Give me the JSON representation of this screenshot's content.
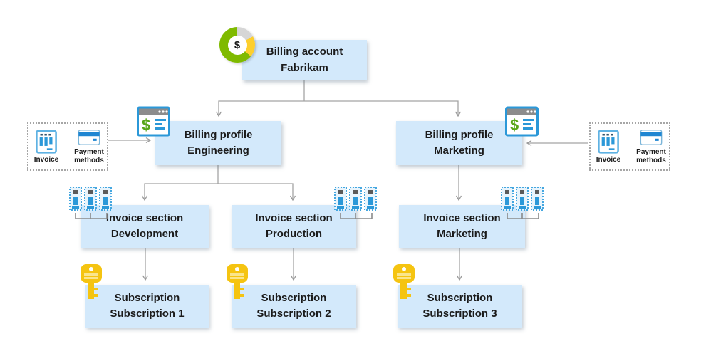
{
  "diagram_type": "billing-account-hierarchy",
  "nodes": {
    "billing_account": {
      "line1": "Billing account",
      "line2": "Fabrikam"
    },
    "billing_profile_engineering": {
      "line1": "Billing profile",
      "line2": "Engineering"
    },
    "billing_profile_marketing": {
      "line1": "Billing profile",
      "line2": "Marketing"
    },
    "invoice_section_development": {
      "line1": "Invoice section",
      "line2": "Development"
    },
    "invoice_section_production": {
      "line1": "Invoice section",
      "line2": "Production"
    },
    "invoice_section_marketing": {
      "line1": "Invoice section",
      "line2": "Marketing"
    },
    "subscription_1": {
      "line1": "Subscription",
      "line2": "Subscription 1"
    },
    "subscription_2": {
      "line1": "Subscription",
      "line2": "Subscription 2"
    },
    "subscription_3": {
      "line1": "Subscription",
      "line2": "Subscription 3"
    }
  },
  "side_panels": {
    "left": {
      "invoice_label": "Invoice",
      "payment_label": "Payment methods"
    },
    "right": {
      "invoice_label": "Invoice",
      "payment_label": "Payment methods"
    }
  },
  "icons": {
    "billing_account_donut_dollar": "$",
    "billing_profile_statement_dollar": "$"
  },
  "colors": {
    "node_fill": "#d3e9fb",
    "connector_gray": "#a3a3a3",
    "donut_green": "#7fba00",
    "donut_yellow": "#fdcf2d",
    "donut_gray": "#d6d6d6",
    "icon_blue": "#2b98d8",
    "icon_dark_blue": "#33536b",
    "statement_green": "#58a618",
    "key_gold": "#f5c411"
  }
}
